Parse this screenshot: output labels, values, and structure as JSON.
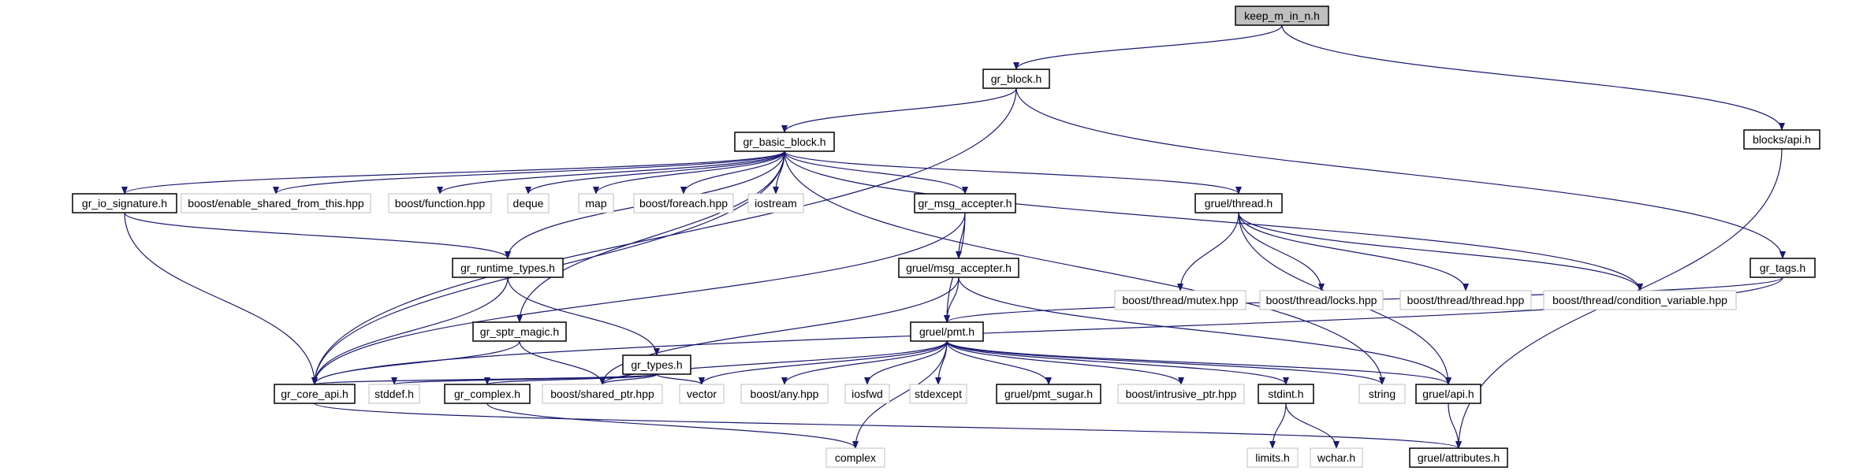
{
  "colors": {
    "edge": "#191970",
    "node_border_internal": "#000000",
    "node_border_external": "#bfbfbf",
    "root_fill": "#bfbfbf",
    "node_fill": "#ffffff"
  },
  "nodes": [
    {
      "id": "keep_m_in_n",
      "label": "keep_m_in_n.h",
      "kind": "root"
    },
    {
      "id": "gr_block",
      "label": "gr_block.h",
      "kind": "internal"
    },
    {
      "id": "blocks_api",
      "label": "blocks/api.h",
      "kind": "internal"
    },
    {
      "id": "gr_basic_block",
      "label": "gr_basic_block.h",
      "kind": "internal"
    },
    {
      "id": "gr_io_signature",
      "label": "gr_io_signature.h",
      "kind": "internal"
    },
    {
      "id": "enable_shared",
      "label": "boost/enable_shared_from_this.hpp",
      "kind": "external"
    },
    {
      "id": "boost_function",
      "label": "boost/function.hpp",
      "kind": "external"
    },
    {
      "id": "deque",
      "label": "deque",
      "kind": "external"
    },
    {
      "id": "map",
      "label": "map",
      "kind": "external"
    },
    {
      "id": "boost_foreach",
      "label": "boost/foreach.hpp",
      "kind": "external"
    },
    {
      "id": "iostream",
      "label": "iostream",
      "kind": "external"
    },
    {
      "id": "gr_msg_accepter",
      "label": "gr_msg_accepter.h",
      "kind": "internal"
    },
    {
      "id": "gruel_thread",
      "label": "gruel/thread.h",
      "kind": "internal"
    },
    {
      "id": "gr_runtime_types",
      "label": "gr_runtime_types.h",
      "kind": "internal"
    },
    {
      "id": "gruel_msg_accepter",
      "label": "gruel/msg_accepter.h",
      "kind": "internal"
    },
    {
      "id": "mutex",
      "label": "boost/thread/mutex.hpp",
      "kind": "external"
    },
    {
      "id": "locks",
      "label": "boost/thread/locks.hpp",
      "kind": "external"
    },
    {
      "id": "thread_hpp",
      "label": "boost/thread/thread.hpp",
      "kind": "external"
    },
    {
      "id": "condvar",
      "label": "boost/thread/condition_variable.hpp",
      "kind": "external"
    },
    {
      "id": "gr_tags",
      "label": "gr_tags.h",
      "kind": "internal"
    },
    {
      "id": "gr_sptr_magic",
      "label": "gr_sptr_magic.h",
      "kind": "internal"
    },
    {
      "id": "gr_types",
      "label": "gr_types.h",
      "kind": "internal"
    },
    {
      "id": "gruel_pmt",
      "label": "gruel/pmt.h",
      "kind": "internal"
    },
    {
      "id": "gr_core_api",
      "label": "gr_core_api.h",
      "kind": "internal"
    },
    {
      "id": "stddef",
      "label": "stddef.h",
      "kind": "external"
    },
    {
      "id": "gr_complex",
      "label": "gr_complex.h",
      "kind": "internal"
    },
    {
      "id": "shared_ptr",
      "label": "boost/shared_ptr.hpp",
      "kind": "external"
    },
    {
      "id": "vector",
      "label": "vector",
      "kind": "external"
    },
    {
      "id": "boost_any",
      "label": "boost/any.hpp",
      "kind": "external"
    },
    {
      "id": "iosfwd",
      "label": "iosfwd",
      "kind": "external"
    },
    {
      "id": "stdexcept",
      "label": "stdexcept",
      "kind": "external"
    },
    {
      "id": "pmt_sugar",
      "label": "gruel/pmt_sugar.h",
      "kind": "internal"
    },
    {
      "id": "intrusive_ptr",
      "label": "boost/intrusive_ptr.hpp",
      "kind": "external"
    },
    {
      "id": "stdint",
      "label": "stdint.h",
      "kind": "internal"
    },
    {
      "id": "string",
      "label": "string",
      "kind": "external"
    },
    {
      "id": "gruel_api",
      "label": "gruel/api.h",
      "kind": "internal"
    },
    {
      "id": "complex",
      "label": "complex",
      "kind": "external"
    },
    {
      "id": "limits",
      "label": "limits.h",
      "kind": "external"
    },
    {
      "id": "wchar",
      "label": "wchar.h",
      "kind": "external"
    },
    {
      "id": "attributes",
      "label": "gruel/attributes.h",
      "kind": "internal"
    }
  ],
  "edges": [
    [
      "keep_m_in_n",
      "gr_block"
    ],
    [
      "keep_m_in_n",
      "blocks_api"
    ],
    [
      "gr_block",
      "gr_basic_block"
    ],
    [
      "gr_block",
      "gr_core_api"
    ],
    [
      "gr_block",
      "gr_tags"
    ],
    [
      "blocks_api",
      "attributes"
    ],
    [
      "gr_basic_block",
      "gr_io_signature"
    ],
    [
      "gr_basic_block",
      "enable_shared"
    ],
    [
      "gr_basic_block",
      "boost_function"
    ],
    [
      "gr_basic_block",
      "deque"
    ],
    [
      "gr_basic_block",
      "map"
    ],
    [
      "gr_basic_block",
      "boost_foreach"
    ],
    [
      "gr_basic_block",
      "iostream"
    ],
    [
      "gr_basic_block",
      "gr_msg_accepter"
    ],
    [
      "gr_basic_block",
      "gruel_thread"
    ],
    [
      "gr_basic_block",
      "condvar"
    ],
    [
      "gr_basic_block",
      "gr_runtime_types"
    ],
    [
      "gr_basic_block",
      "gr_sptr_magic"
    ],
    [
      "gr_basic_block",
      "gr_core_api"
    ],
    [
      "gr_basic_block",
      "string"
    ],
    [
      "gr_io_signature",
      "gr_runtime_types"
    ],
    [
      "gr_io_signature",
      "gr_core_api"
    ],
    [
      "gr_msg_accepter",
      "gruel_msg_accepter"
    ],
    [
      "gr_msg_accepter",
      "gruel_pmt"
    ],
    [
      "gr_msg_accepter",
      "gr_core_api"
    ],
    [
      "gruel_thread",
      "mutex"
    ],
    [
      "gruel_thread",
      "locks"
    ],
    [
      "gruel_thread",
      "thread_hpp"
    ],
    [
      "gruel_thread",
      "condvar"
    ],
    [
      "gruel_thread",
      "gruel_api"
    ],
    [
      "gr_runtime_types",
      "gr_types"
    ],
    [
      "gr_runtime_types",
      "gr_core_api"
    ],
    [
      "gruel_msg_accepter",
      "gruel_pmt"
    ],
    [
      "gruel_msg_accepter",
      "shared_ptr"
    ],
    [
      "gruel_msg_accepter",
      "gruel_api"
    ],
    [
      "gr_tags",
      "gruel_pmt"
    ],
    [
      "gr_tags",
      "gr_core_api"
    ],
    [
      "gr_sptr_magic",
      "gr_core_api"
    ],
    [
      "gr_sptr_magic",
      "shared_ptr"
    ],
    [
      "gr_types",
      "gr_core_api"
    ],
    [
      "gr_types",
      "stddef"
    ],
    [
      "gr_types",
      "gr_complex"
    ],
    [
      "gr_types",
      "shared_ptr"
    ],
    [
      "gr_types",
      "vector"
    ],
    [
      "gruel_pmt",
      "shared_ptr"
    ],
    [
      "gruel_pmt",
      "vector"
    ],
    [
      "gruel_pmt",
      "boost_any"
    ],
    [
      "gruel_pmt",
      "iosfwd"
    ],
    [
      "gruel_pmt",
      "stdexcept"
    ],
    [
      "gruel_pmt",
      "pmt_sugar"
    ],
    [
      "gruel_pmt",
      "intrusive_ptr"
    ],
    [
      "gruel_pmt",
      "stdint"
    ],
    [
      "gruel_pmt",
      "string"
    ],
    [
      "gruel_pmt",
      "gruel_api"
    ],
    [
      "gruel_pmt",
      "complex"
    ],
    [
      "gr_core_api",
      "attributes"
    ],
    [
      "gr_complex",
      "complex"
    ],
    [
      "stdint",
      "limits"
    ],
    [
      "stdint",
      "wchar"
    ],
    [
      "gruel_api",
      "attributes"
    ]
  ]
}
